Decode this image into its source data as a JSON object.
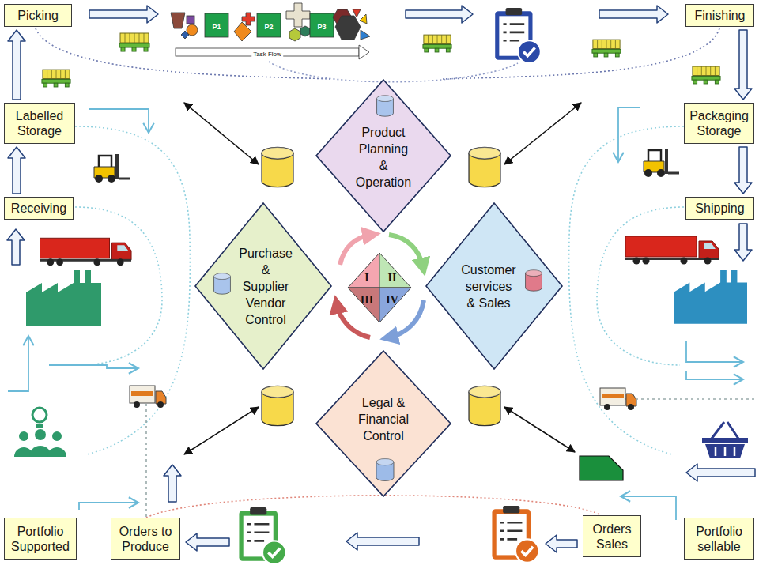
{
  "diagram": {
    "nodes": [
      {
        "text": [
          "Picking"
        ]
      },
      {
        "text": [
          "Finishing"
        ]
      },
      {
        "text": [
          "Labelled Storage"
        ]
      },
      {
        "text": [
          "Packaging Storage"
        ]
      },
      {
        "text": [
          "Product Planning & Operation"
        ]
      },
      {
        "text": [
          "Receiving"
        ]
      },
      {
        "text": [
          "Shipping"
        ]
      },
      {
        "text": [
          "Purchase & Supplier Vendor Control"
        ]
      },
      {
        "text": [
          "Customer services & Sales"
        ]
      },
      {
        "text": [
          "Legal & Financial Control"
        ]
      },
      {
        "text": [
          "Portfolio Supported"
        ]
      },
      {
        "text": [
          "Orders to Produce"
        ]
      },
      {
        "text": [
          "Orders Sales"
        ]
      },
      {
        "text": [
          "Portfolio sellable"
        ]
      }
    ],
    "edges": [
      {
        "from": 5,
        "to": 2,
        "arrow": "to"
      },
      {
        "from": 2,
        "to": 0,
        "arrow": "to"
      },
      {
        "from": 1,
        "to": 3,
        "arrow": "to"
      },
      {
        "from": 3,
        "to": 6,
        "arrow": "to"
      }
    ],
    "labels": [
      "P1",
      "P2",
      "P3",
      "Task Flow",
      "I",
      "II",
      "III",
      "IV"
    ]
  }
}
